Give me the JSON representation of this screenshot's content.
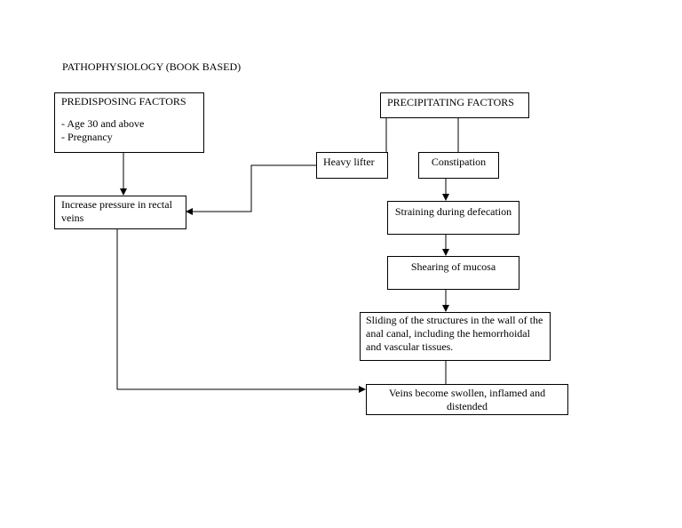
{
  "title": "PATHOPHYSIOLOGY (BOOK BASED)",
  "predisposing": {
    "heading": "PREDISPOSING FACTORS",
    "items": [
      "- Age 30 and above",
      "- Pregnancy"
    ]
  },
  "precipitating": {
    "heading": "PRECIPITATING FACTORS"
  },
  "nodes": {
    "heavy_lifter": "Heavy lifter",
    "constipation": "Constipation",
    "increase_pressure": "Increase pressure in rectal veins",
    "straining": "Straining during defecation",
    "shearing": "Shearing of mucosa",
    "sliding": "Sliding of the structures in the wall of the anal canal, including the hemorrhoidal and vascular tissues.",
    "veins": "Veins become swollen, inflamed and distended"
  }
}
